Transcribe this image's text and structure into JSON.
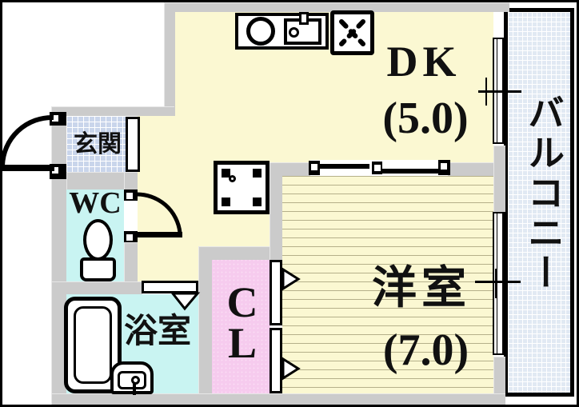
{
  "plan": {
    "type": "apartment-floor-plan",
    "rooms": {
      "dk": {
        "label": "DK",
        "area": "(5.0)"
      },
      "western_room": {
        "label": "洋室",
        "area": "(7.0)"
      },
      "balcony": {
        "label": "バルコニー"
      },
      "entrance": {
        "label": "玄関"
      },
      "toilet": {
        "label": "WC"
      },
      "bathroom": {
        "label": "浴室"
      },
      "closet": {
        "letters": [
          "C",
          "L"
        ]
      }
    },
    "colors": {
      "room_fill": "#fbf8d2",
      "wet_fill": "#c9f4f2",
      "closet_fill": "#f6cbee",
      "entrance_tile": "#c9d5eb",
      "balcony_fill": "#e1e9f3",
      "wall": "#cbcbcb",
      "floor_line": "#b5b08a",
      "line": "#000000"
    }
  }
}
